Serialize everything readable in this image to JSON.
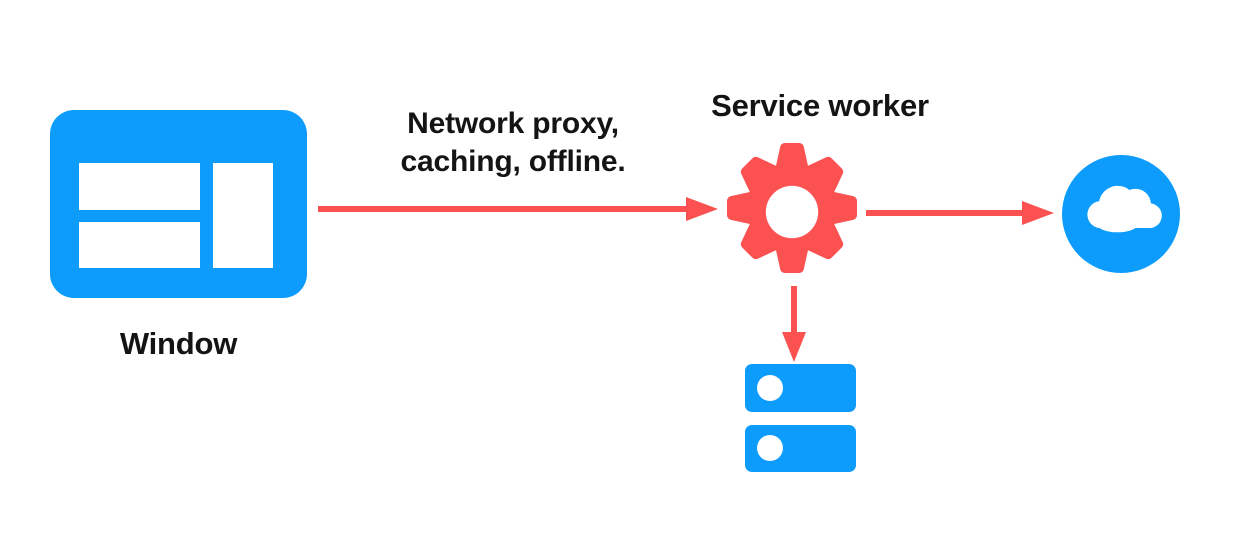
{
  "diagram": {
    "title": "Service worker network proxy diagram",
    "background_color": "#FFFFFF",
    "colors": {
      "blue": "#0D9CFC",
      "red": "#FB5151",
      "text": "#141414",
      "white": "#FFFFFF"
    },
    "nodes": [
      {
        "id": "window",
        "label": "Window",
        "icon": "browser-window-icon",
        "color": "#0D9CFC"
      },
      {
        "id": "service-worker",
        "label": "Service worker",
        "icon": "gear-icon",
        "color": "#FB5151"
      },
      {
        "id": "network",
        "label": "",
        "icon": "cloud-icon",
        "color": "#0D9CFC"
      },
      {
        "id": "cache-storage",
        "label": "",
        "icon": "database-icon",
        "color": "#0D9CFC"
      }
    ],
    "edges": [
      {
        "id": "window-to-service-worker",
        "from": "window",
        "to": "service-worker",
        "label": "Network proxy,\ncaching, offline.",
        "label_line_1": "Network proxy,",
        "label_line_2": "caching, offline.",
        "direction": "right",
        "color": "#FB5151"
      },
      {
        "id": "service-worker-to-network",
        "from": "service-worker",
        "to": "network",
        "label": "",
        "direction": "right",
        "color": "#FB5151"
      },
      {
        "id": "service-worker-to-cache",
        "from": "service-worker",
        "to": "cache-storage",
        "label": "",
        "direction": "down",
        "color": "#FB5151"
      }
    ],
    "labels": {
      "window": "Window",
      "service_worker": "Service worker",
      "proxy_line_1": "Network proxy,",
      "proxy_line_2": "caching, offline."
    }
  }
}
